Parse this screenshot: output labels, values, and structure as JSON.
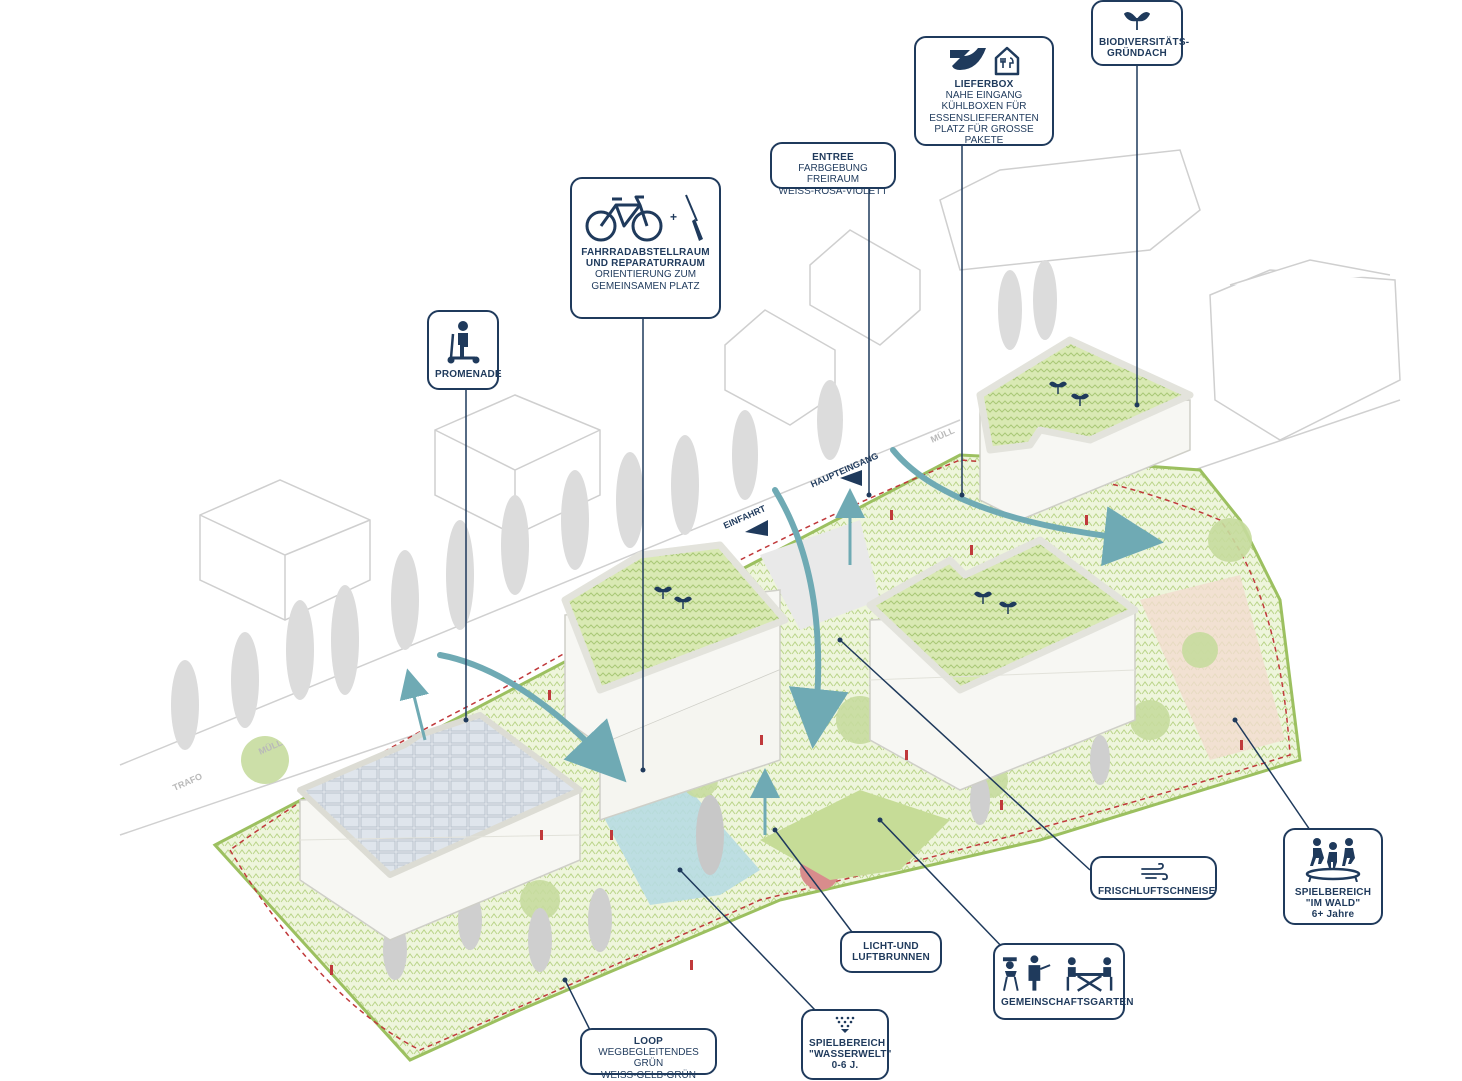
{
  "callouts": {
    "promenade": {
      "title": "PROMENADE",
      "icon": "scooter-rider-icon"
    },
    "fahrrad": {
      "title": "FAHRRADABSTELLRAUM\nUND REPARATURRAUM",
      "sub": "ORIENTIERUNG ZUM\nGEMEINSAMEN PLATZ",
      "icons": [
        "bicycle-icon",
        "screwdriver-icon"
      ],
      "plus": "+"
    },
    "entree": {
      "title": "ENTREE",
      "sub": "FARBGEBUNG FREIRAUM\nWEISS-ROSA-VIOLETT"
    },
    "lieferbox": {
      "title": "LIEFERBOX",
      "sub": "NAHE EINGANG\nKÜHLBOXEN FÜR\nESSENSLIEFERANTEN\nPLATZ FÜR GROSSE PAKETE",
      "icons": [
        "post-horn-icon",
        "delivery-house-icon"
      ]
    },
    "gruendach": {
      "title": "BIODIVERSITÄTS-\nGRÜNDACH",
      "icon": "sprout-icon"
    },
    "frischluft": {
      "title": "FRISCHLUFTSCHNEISE",
      "icon": "wind-icon"
    },
    "wald": {
      "title": "SPIELBEREICH\n\"IM WALD\"",
      "sub": "6+ Jahre",
      "icon": "trampoline-kids-icon"
    },
    "licht": {
      "title": "LICHT-UND\nLUFTBRUNNEN"
    },
    "garten": {
      "title": "GEMEINSCHAFTSGARTEN",
      "icons": [
        "grill-person-icon",
        "picnic-table-icon"
      ]
    },
    "wasser": {
      "title": "SPIELBEREICH\n\"WASSERWELT\"",
      "sub": "0-6 J.",
      "icon": "water-spray-icon"
    },
    "loop": {
      "title": "LOOP",
      "sub": "WEGBEGLEITENDES GRÜN\nWEISS-GELB-GRÜN"
    }
  },
  "site_labels": {
    "einfahrt": "EINFAHRT",
    "haupteingang": "HAUPTEINGANG",
    "muell_left": "MÜLL",
    "muell_right": "MÜLL",
    "trafo": "TRAFO"
  },
  "colors": {
    "navy": "#1f3a5c",
    "arrow_teal": "#6faab4",
    "green_roof": "#d2e3a8",
    "green_area": "#bfd78e",
    "path_red": "#c0393b",
    "ghost_grey": "#d9d9d9"
  }
}
